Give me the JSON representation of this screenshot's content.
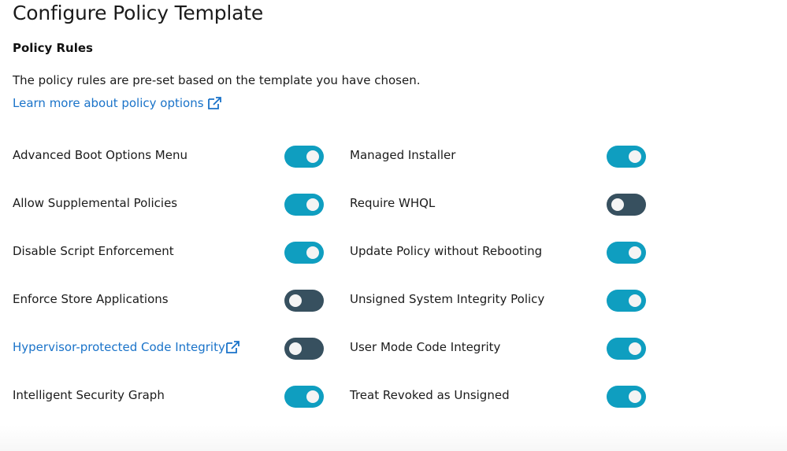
{
  "header": {
    "title": "Configure Policy Template"
  },
  "section": {
    "title": "Policy Rules",
    "description": "The policy rules are pre-set based on the template you have chosen.",
    "learn_more_link": "Learn more about policy options",
    "learn_more_icon": "external-link-icon"
  },
  "colors": {
    "toggle_on": "#0f9ec0",
    "toggle_off": "#37505f",
    "link": "#1a73c9"
  },
  "rules": {
    "left": [
      {
        "label": "Advanced Boot Options Menu",
        "enabled": true,
        "is_link": false
      },
      {
        "label": "Allow Supplemental Policies",
        "enabled": true,
        "is_link": false
      },
      {
        "label": "Disable Script Enforcement",
        "enabled": true,
        "is_link": false
      },
      {
        "label": "Enforce Store Applications",
        "enabled": false,
        "is_link": false
      },
      {
        "label": "Hypervisor-protected Code Integrity",
        "enabled": false,
        "is_link": true,
        "icon": "external-link-icon"
      },
      {
        "label": "Intelligent Security Graph",
        "enabled": true,
        "is_link": false
      }
    ],
    "right": [
      {
        "label": "Managed Installer",
        "enabled": true,
        "is_link": false
      },
      {
        "label": "Require WHQL",
        "enabled": false,
        "is_link": false
      },
      {
        "label": "Update Policy without Rebooting",
        "enabled": true,
        "is_link": false
      },
      {
        "label": "Unsigned System Integrity Policy",
        "enabled": true,
        "is_link": false
      },
      {
        "label": "User Mode Code Integrity",
        "enabled": true,
        "is_link": false
      },
      {
        "label": "Treat Revoked as Unsigned",
        "enabled": true,
        "is_link": false
      }
    ]
  }
}
